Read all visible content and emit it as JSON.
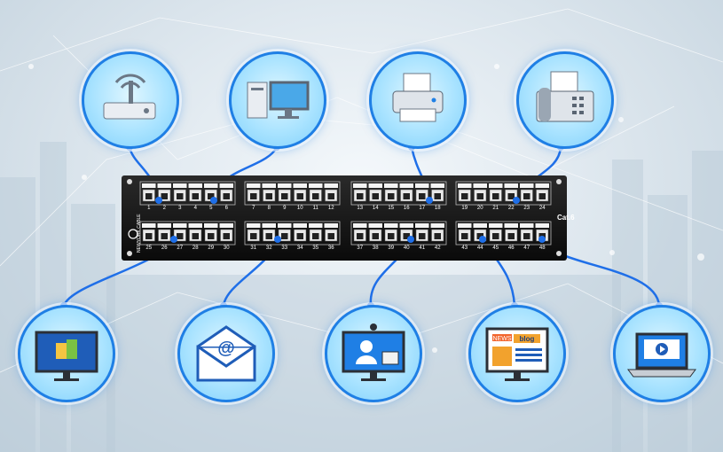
{
  "panel": {
    "brand_text": "NEWYORK CABLE",
    "category_label": "Cat.6",
    "port_numbers_top": [
      "1",
      "2",
      "3",
      "4",
      "5",
      "6",
      "7",
      "8",
      "9",
      "10",
      "11",
      "12",
      "13",
      "14",
      "15",
      "16",
      "17",
      "18",
      "19",
      "20",
      "21",
      "22",
      "23",
      "24"
    ],
    "port_numbers_bottom": [
      "25",
      "26",
      "27",
      "28",
      "29",
      "30",
      "31",
      "32",
      "33",
      "34",
      "35",
      "36",
      "37",
      "38",
      "39",
      "40",
      "41",
      "42",
      "43",
      "44",
      "45",
      "46",
      "47",
      "48"
    ]
  },
  "devices_top": [
    {
      "icon": "router-icon"
    },
    {
      "icon": "desktop-computer-icon"
    },
    {
      "icon": "printer-icon"
    },
    {
      "icon": "fax-machine-icon"
    }
  ],
  "devices_bottom": [
    {
      "icon": "monitor-windows-icon"
    },
    {
      "icon": "email-envelope-icon"
    },
    {
      "icon": "video-conference-icon"
    },
    {
      "icon": "news-blog-monitor-icon",
      "texts": [
        "NEWS",
        "blog"
      ]
    },
    {
      "icon": "laptop-video-icon"
    }
  ],
  "colors": {
    "cable": "#1f6fe8",
    "node_border": "#1f7fe5",
    "panel": "#111111"
  }
}
